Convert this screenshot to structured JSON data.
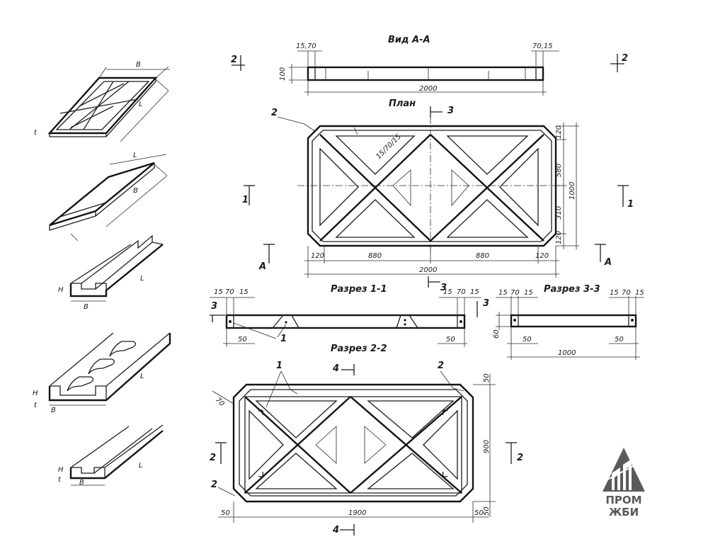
{
  "titles": {
    "view_a": "Вид А-А",
    "plan": "План",
    "section_11": "Разрез 1-1",
    "section_22": "Разрез 2-2",
    "section_33": "Разрез 3-3"
  },
  "cut_marks": {
    "m2": "2",
    "m1": "1",
    "m3": "3",
    "m4": "4",
    "mA": "А"
  },
  "dims": {
    "d15": "15",
    "d70": "70",
    "d1570": "15,70",
    "d7015": "70,15",
    "d100": "100",
    "d2000": "2000",
    "d120": "120",
    "d880": "880",
    "d1000": "1000",
    "d580": "580",
    "d310": "310",
    "d15_70_15": "15/70/15",
    "d50": "50",
    "d60": "60",
    "d900": "900",
    "d1900": "1900"
  },
  "callouts": {
    "c1": "1",
    "c2": "2"
  },
  "iso_labels": {
    "B": "В",
    "L": "L",
    "H": "H",
    "t": "t"
  },
  "logo": {
    "line1": "ПРОМ",
    "line2": "ЖБИ",
    "color": "#5a5a5a"
  }
}
